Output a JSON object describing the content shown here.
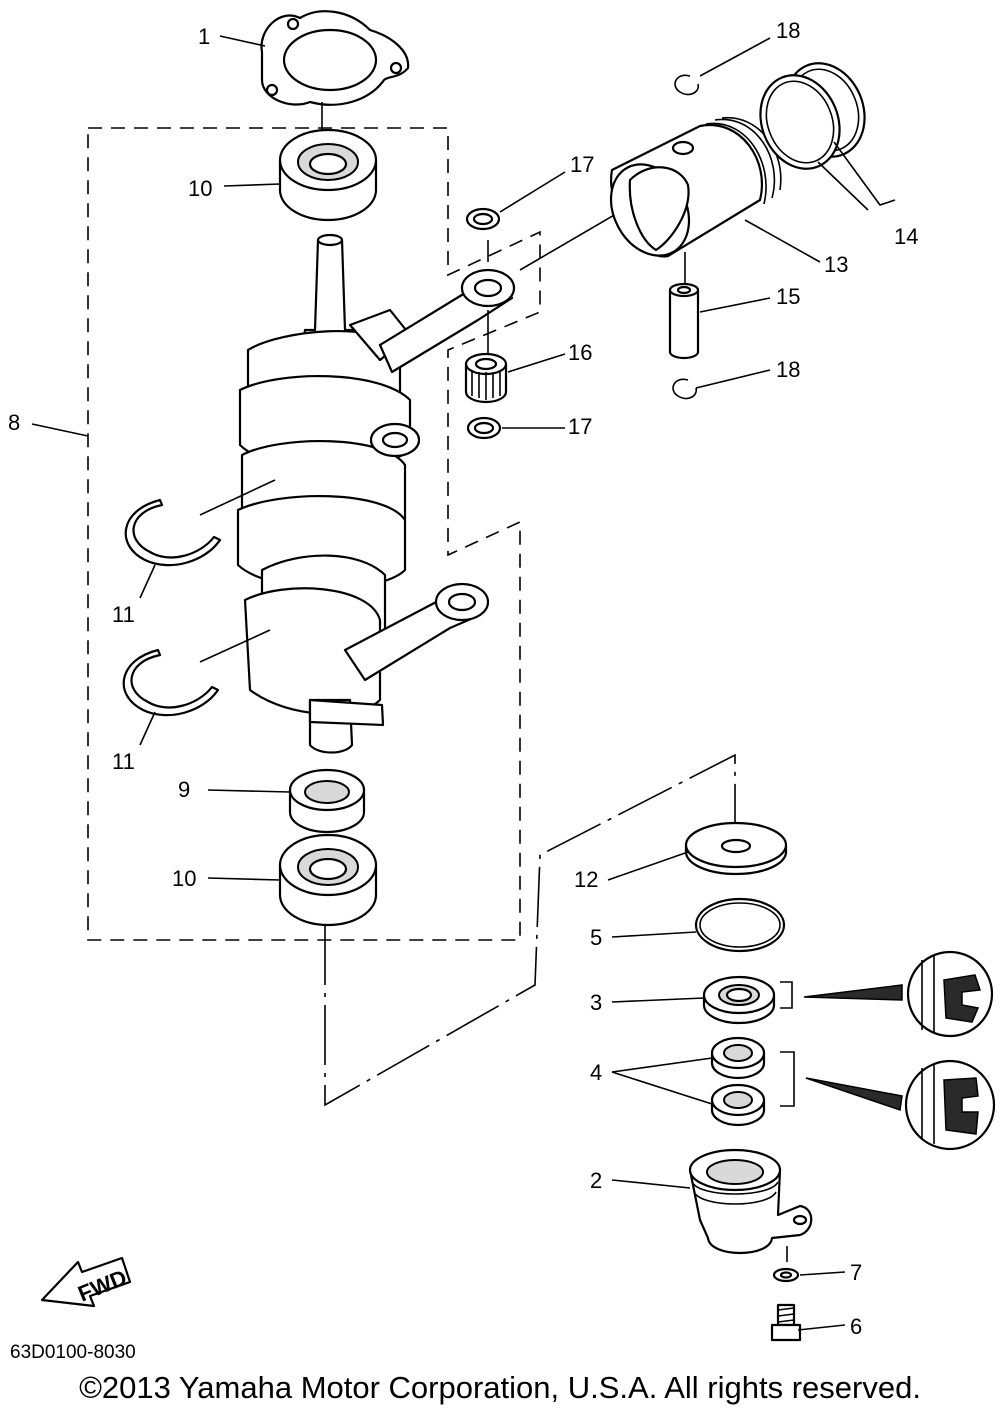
{
  "labels": {
    "p1": "1",
    "p2": "2",
    "p3": "3",
    "p4": "4",
    "p5": "5",
    "p6": "6",
    "p7": "7",
    "p8": "8",
    "p9": "9",
    "p10a": "10",
    "p10b": "10",
    "p11a": "11",
    "p11b": "11",
    "p12": "12",
    "p13": "13",
    "p14": "14",
    "p15": "15",
    "p16": "16",
    "p17a": "17",
    "p17b": "17",
    "p18a": "18",
    "p18b": "18"
  },
  "fwd_label": "FWD",
  "diagram_code": "63D0100-8030",
  "copyright": "©2013 Yamaha Motor Corporation, U.S.A. All rights reserved."
}
